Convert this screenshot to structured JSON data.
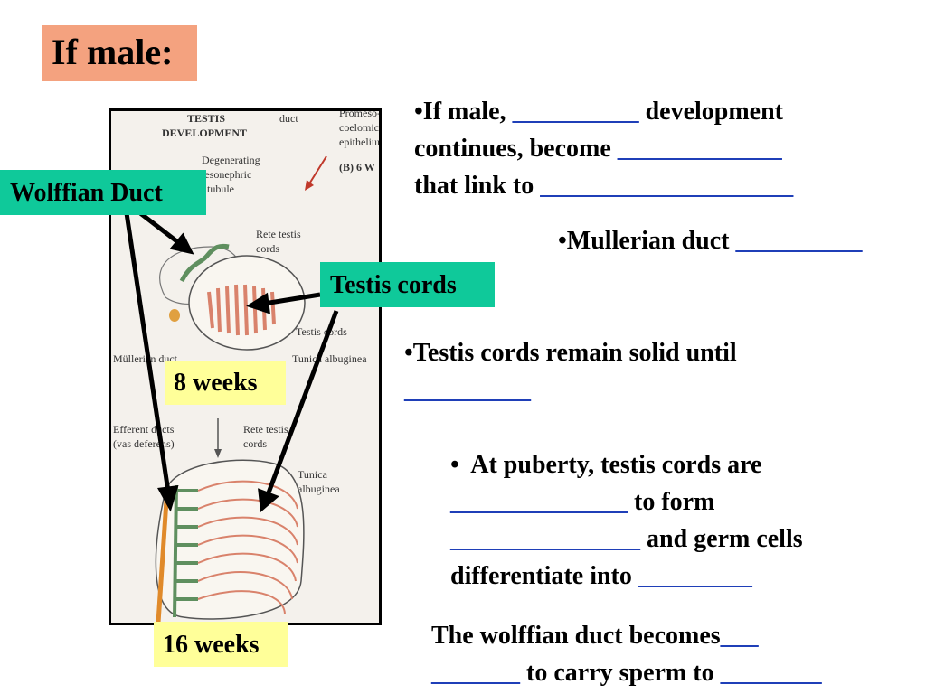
{
  "title": "If male:",
  "figure": {
    "heading_line1": "TESTIS",
    "heading_line2": "DEVELOPMENT",
    "labels": {
      "duct": "duct",
      "promeso1": "Promeso-",
      "promeso2": "coelomic",
      "promeso3": "epithelium",
      "panel_b": "(B)  6 W",
      "degen1": "Degenerating",
      "degen2": "mesonephric",
      "degen3": "tubule",
      "rete_top1": "Rete testis",
      "rete_top2": "cords",
      "testis_cords": "Testis cords",
      "mullerian": "Müllerian duct",
      "tunica_top": "Tunica albuginea",
      "efferent1": "Efferent ducts",
      "efferent2": "(vas deferens)",
      "rete_bot1": "Rete testis",
      "rete_bot2": "cords",
      "tunica_bot1": "Tunica",
      "tunica_bot2": "albuginea"
    }
  },
  "callouts": {
    "wolffian": "Wolffian Duct",
    "testis": "Testis cords",
    "week8": "8 weeks",
    "week16": "16 weeks"
  },
  "text": {
    "b1_l1_a": "•If male, ",
    "b1_l1_blank": "__________",
    "b1_l1_b": " development",
    "b1_l2_a": "continues, become ",
    "b1_l2_blank": "_____________",
    "b1_l3_a": "that link to ",
    "b1_l3_blank": "____________________",
    "b2_a": "•Mullerian duct ",
    "b2_blank": "__________",
    "b3_l1": "•Testis cords remain solid until",
    "b3_l2_blank": "__________",
    "b4_l1": "•  At puberty, testis cords are",
    "b4_l2_blank": "______________",
    "b4_l2_b": " to form",
    "b4_l3_blank": "_______________",
    "b4_l3_b": " and germ cells",
    "b4_l4_a": "differentiate into ",
    "b4_l4_blank": "_________",
    "b5_l1_a": "The wolffian duct becomes",
    "b5_l1_blank": "___",
    "b5_l2_blank1": "_______",
    "b5_l2_b": " to carry sperm to ",
    "b5_l2_blank2": "________"
  },
  "colors": {
    "title_bg": "#f4a27f",
    "callout_green": "#0fc99a",
    "callout_yellow": "#ffff99",
    "blank_blue": "#1f3fb8"
  }
}
